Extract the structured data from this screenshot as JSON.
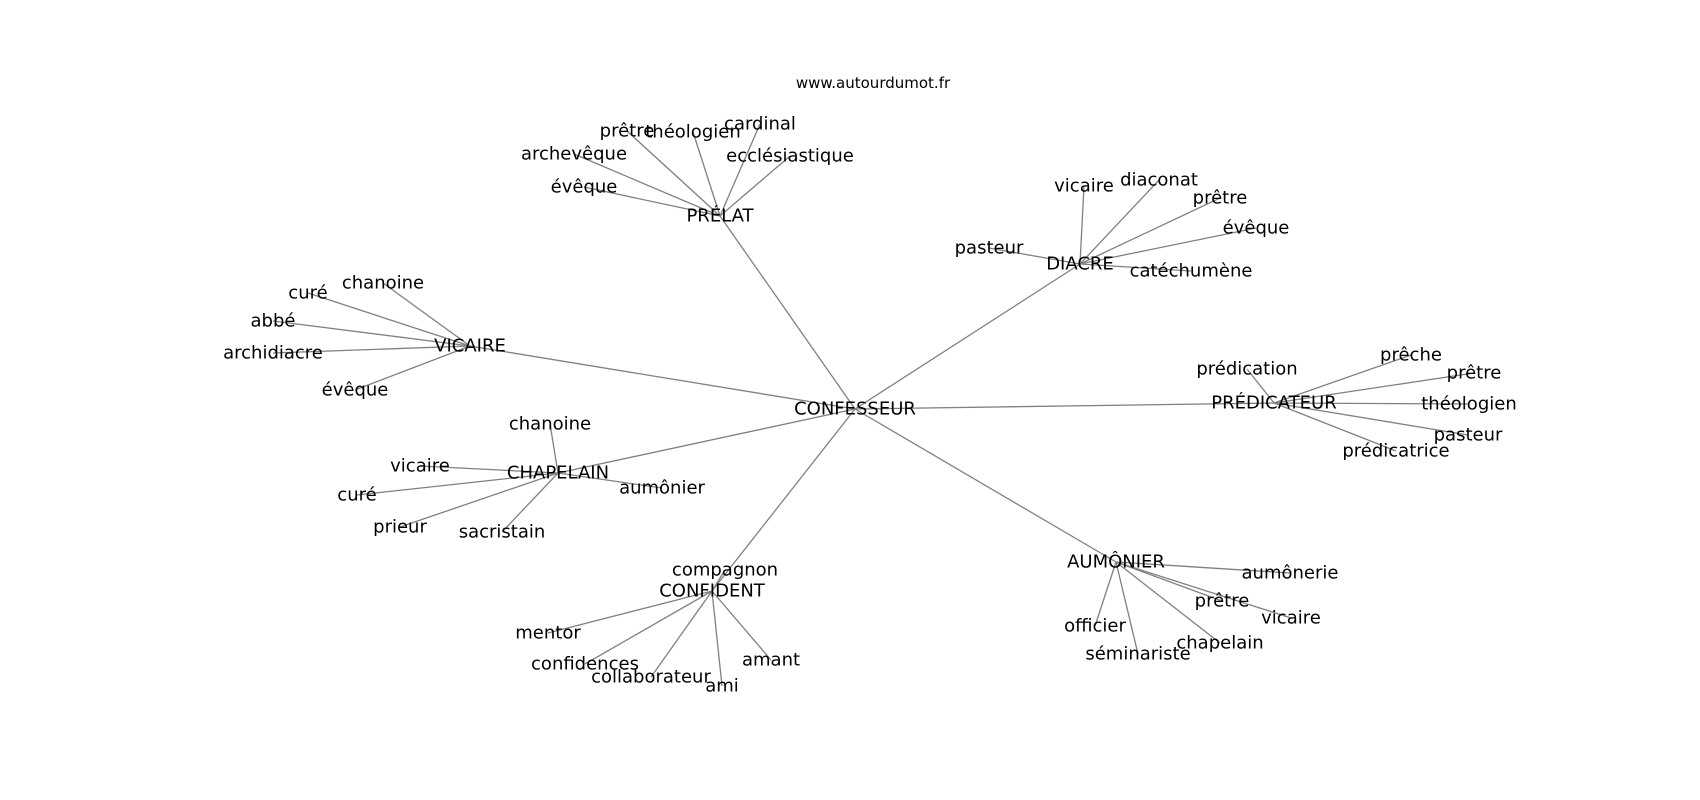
{
  "watermark": "www.autourdumot.fr",
  "graph": {
    "center": "CONFESSEUR",
    "clusters": [
      {
        "hub": "PRÉLAT",
        "leaves": [
          "prêtre",
          "théologien",
          "cardinal",
          "archevêque",
          "ecclésiastique",
          "évêque"
        ]
      },
      {
        "hub": "DIACRE",
        "leaves": [
          "vicaire",
          "diaconat",
          "prêtre",
          "évêque",
          "pasteur",
          "catéchumène"
        ]
      },
      {
        "hub": "VICAIRE",
        "leaves": [
          "chanoine",
          "curé",
          "abbé",
          "archidiacre",
          "évêque"
        ]
      },
      {
        "hub": "PRÉDICATEUR",
        "leaves": [
          "prédication",
          "prêche",
          "prêtre",
          "théologien",
          "pasteur",
          "prédicatrice"
        ]
      },
      {
        "hub": "CHAPELAIN",
        "leaves": [
          "chanoine",
          "vicaire",
          "aumônier",
          "curé",
          "prieur",
          "sacristain"
        ]
      },
      {
        "hub": "CONFIDENT",
        "leaves": [
          "compagnon",
          "mentor",
          "confidences",
          "collaborateur",
          "ami",
          "amant"
        ]
      },
      {
        "hub": "AUMÔNIER",
        "leaves": [
          "aumônerie",
          "prêtre",
          "vicaire",
          "officier",
          "chapelain",
          "séminariste"
        ]
      }
    ]
  }
}
